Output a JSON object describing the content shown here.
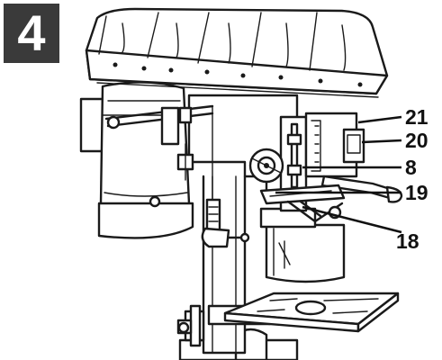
{
  "figure": {
    "step_number": "4",
    "callouts": [
      {
        "key": "21",
        "label": "21"
      },
      {
        "key": "20",
        "label": "20"
      },
      {
        "key": "8",
        "label": "8"
      },
      {
        "key": "19",
        "label": "19"
      },
      {
        "key": "18",
        "label": "18"
      }
    ]
  }
}
